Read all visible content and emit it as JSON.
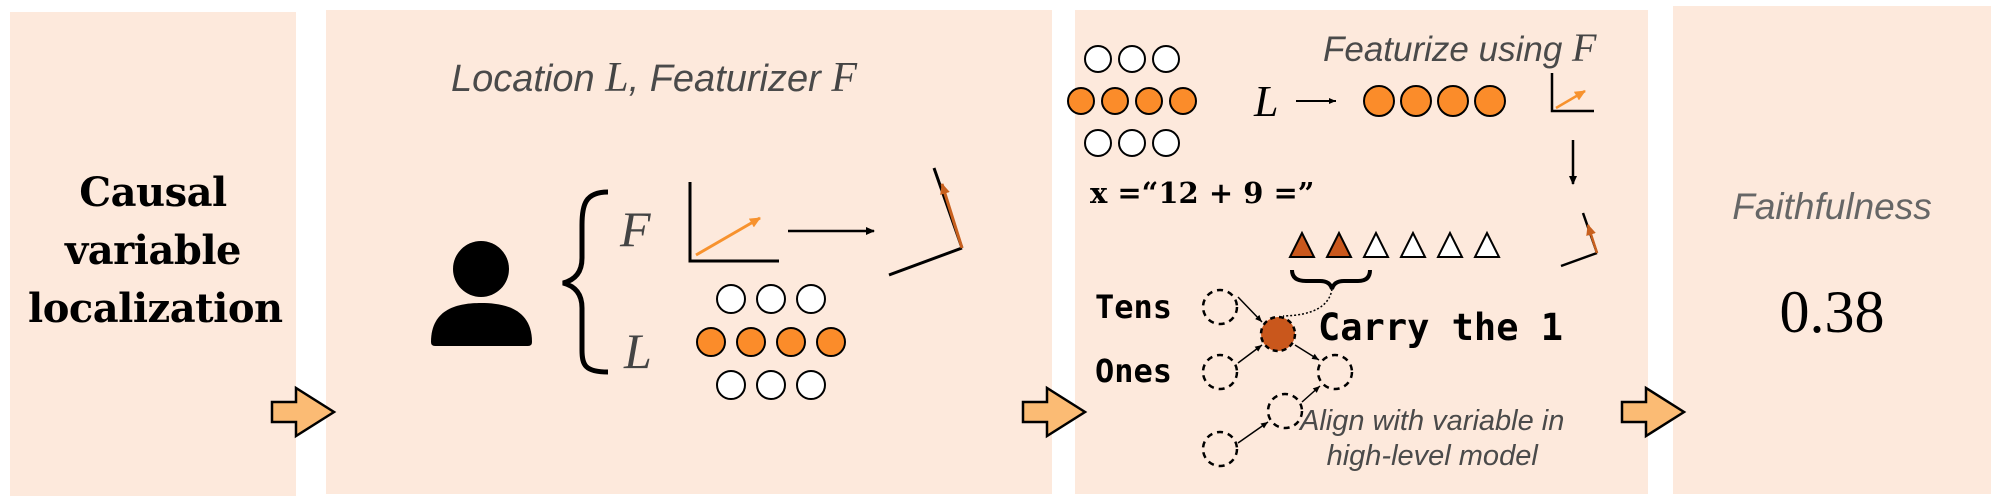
{
  "panels": {
    "localization": {
      "title": "Causal variable localization"
    },
    "location_featurizer": {
      "heading_prefix": "Location ",
      "heading_L": "L",
      "heading_mid": ", Featurizer ",
      "heading_F": "F",
      "brace_label_F": "F",
      "brace_label_L": "L",
      "icon": "person-icon",
      "neuron_rows": [
        3,
        4,
        3
      ],
      "highlighted_row": 1
    },
    "featurize": {
      "heading_prefix": "Featurize using ",
      "heading_F": "F",
      "location_label": "L",
      "input_expression": "x =“12 + 9 =”",
      "neuron_rows": [
        3,
        4,
        3
      ],
      "highlighted_row": 1,
      "featurized_neurons": 4,
      "tokens_total": 6,
      "tokens_highlighted": 2,
      "node_label_tens": "Tens",
      "node_label_ones": "Ones",
      "carry_label": "Carry the 1",
      "align_caption_line1": "Align with variable in",
      "align_caption_line2": "high-level model"
    },
    "faithfulness": {
      "label": "Faithfulness",
      "value": "0.38"
    }
  },
  "colors": {
    "panel_bg": "#fde9dc",
    "neuron_orange": "#fb8c2a",
    "token_highlight": "#c9571c",
    "feature_arrow": "#f7922e",
    "rotated_arrow": "#c8601e",
    "flow_arrow": "#fbbb74"
  }
}
